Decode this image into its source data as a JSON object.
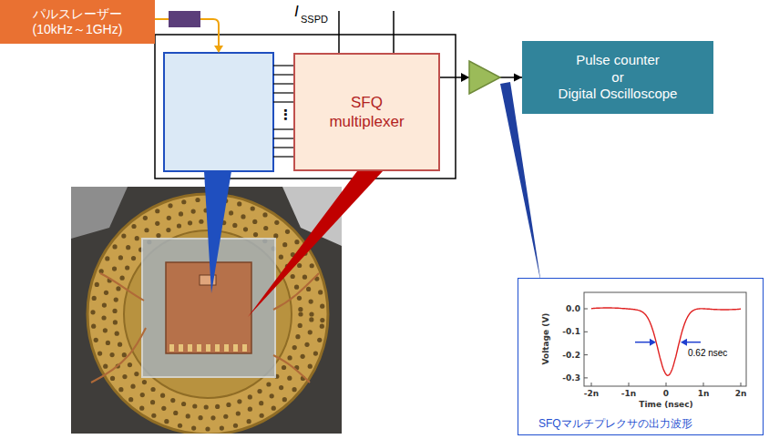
{
  "diagram": {
    "nodes": [
      {
        "text": [
          "パルスレーザー (10kHz～1GHz)"
        ]
      },
      {
        "text": [
          "SFQ multiplexer"
        ]
      },
      {
        "text": [
          "Pulse counter",
          "or",
          "Digital Oscilloscope"
        ]
      },
      {
        "text": [
          "SFQマルチプレクサの出力波形"
        ]
      }
    ],
    "edges": [
      {
        "from": 1,
        "to": 2,
        "arrow": "to"
      }
    ],
    "labels": [
      "I",
      "SSPD",
      "⋮",
      "0.0",
      "-0.1",
      "-0.2",
      "-0.3",
      "-2n",
      "-1n",
      "0",
      "1n",
      "2n",
      "Time (nsec)",
      "Voltage (V)",
      "0.62 nsec"
    ]
  }
}
